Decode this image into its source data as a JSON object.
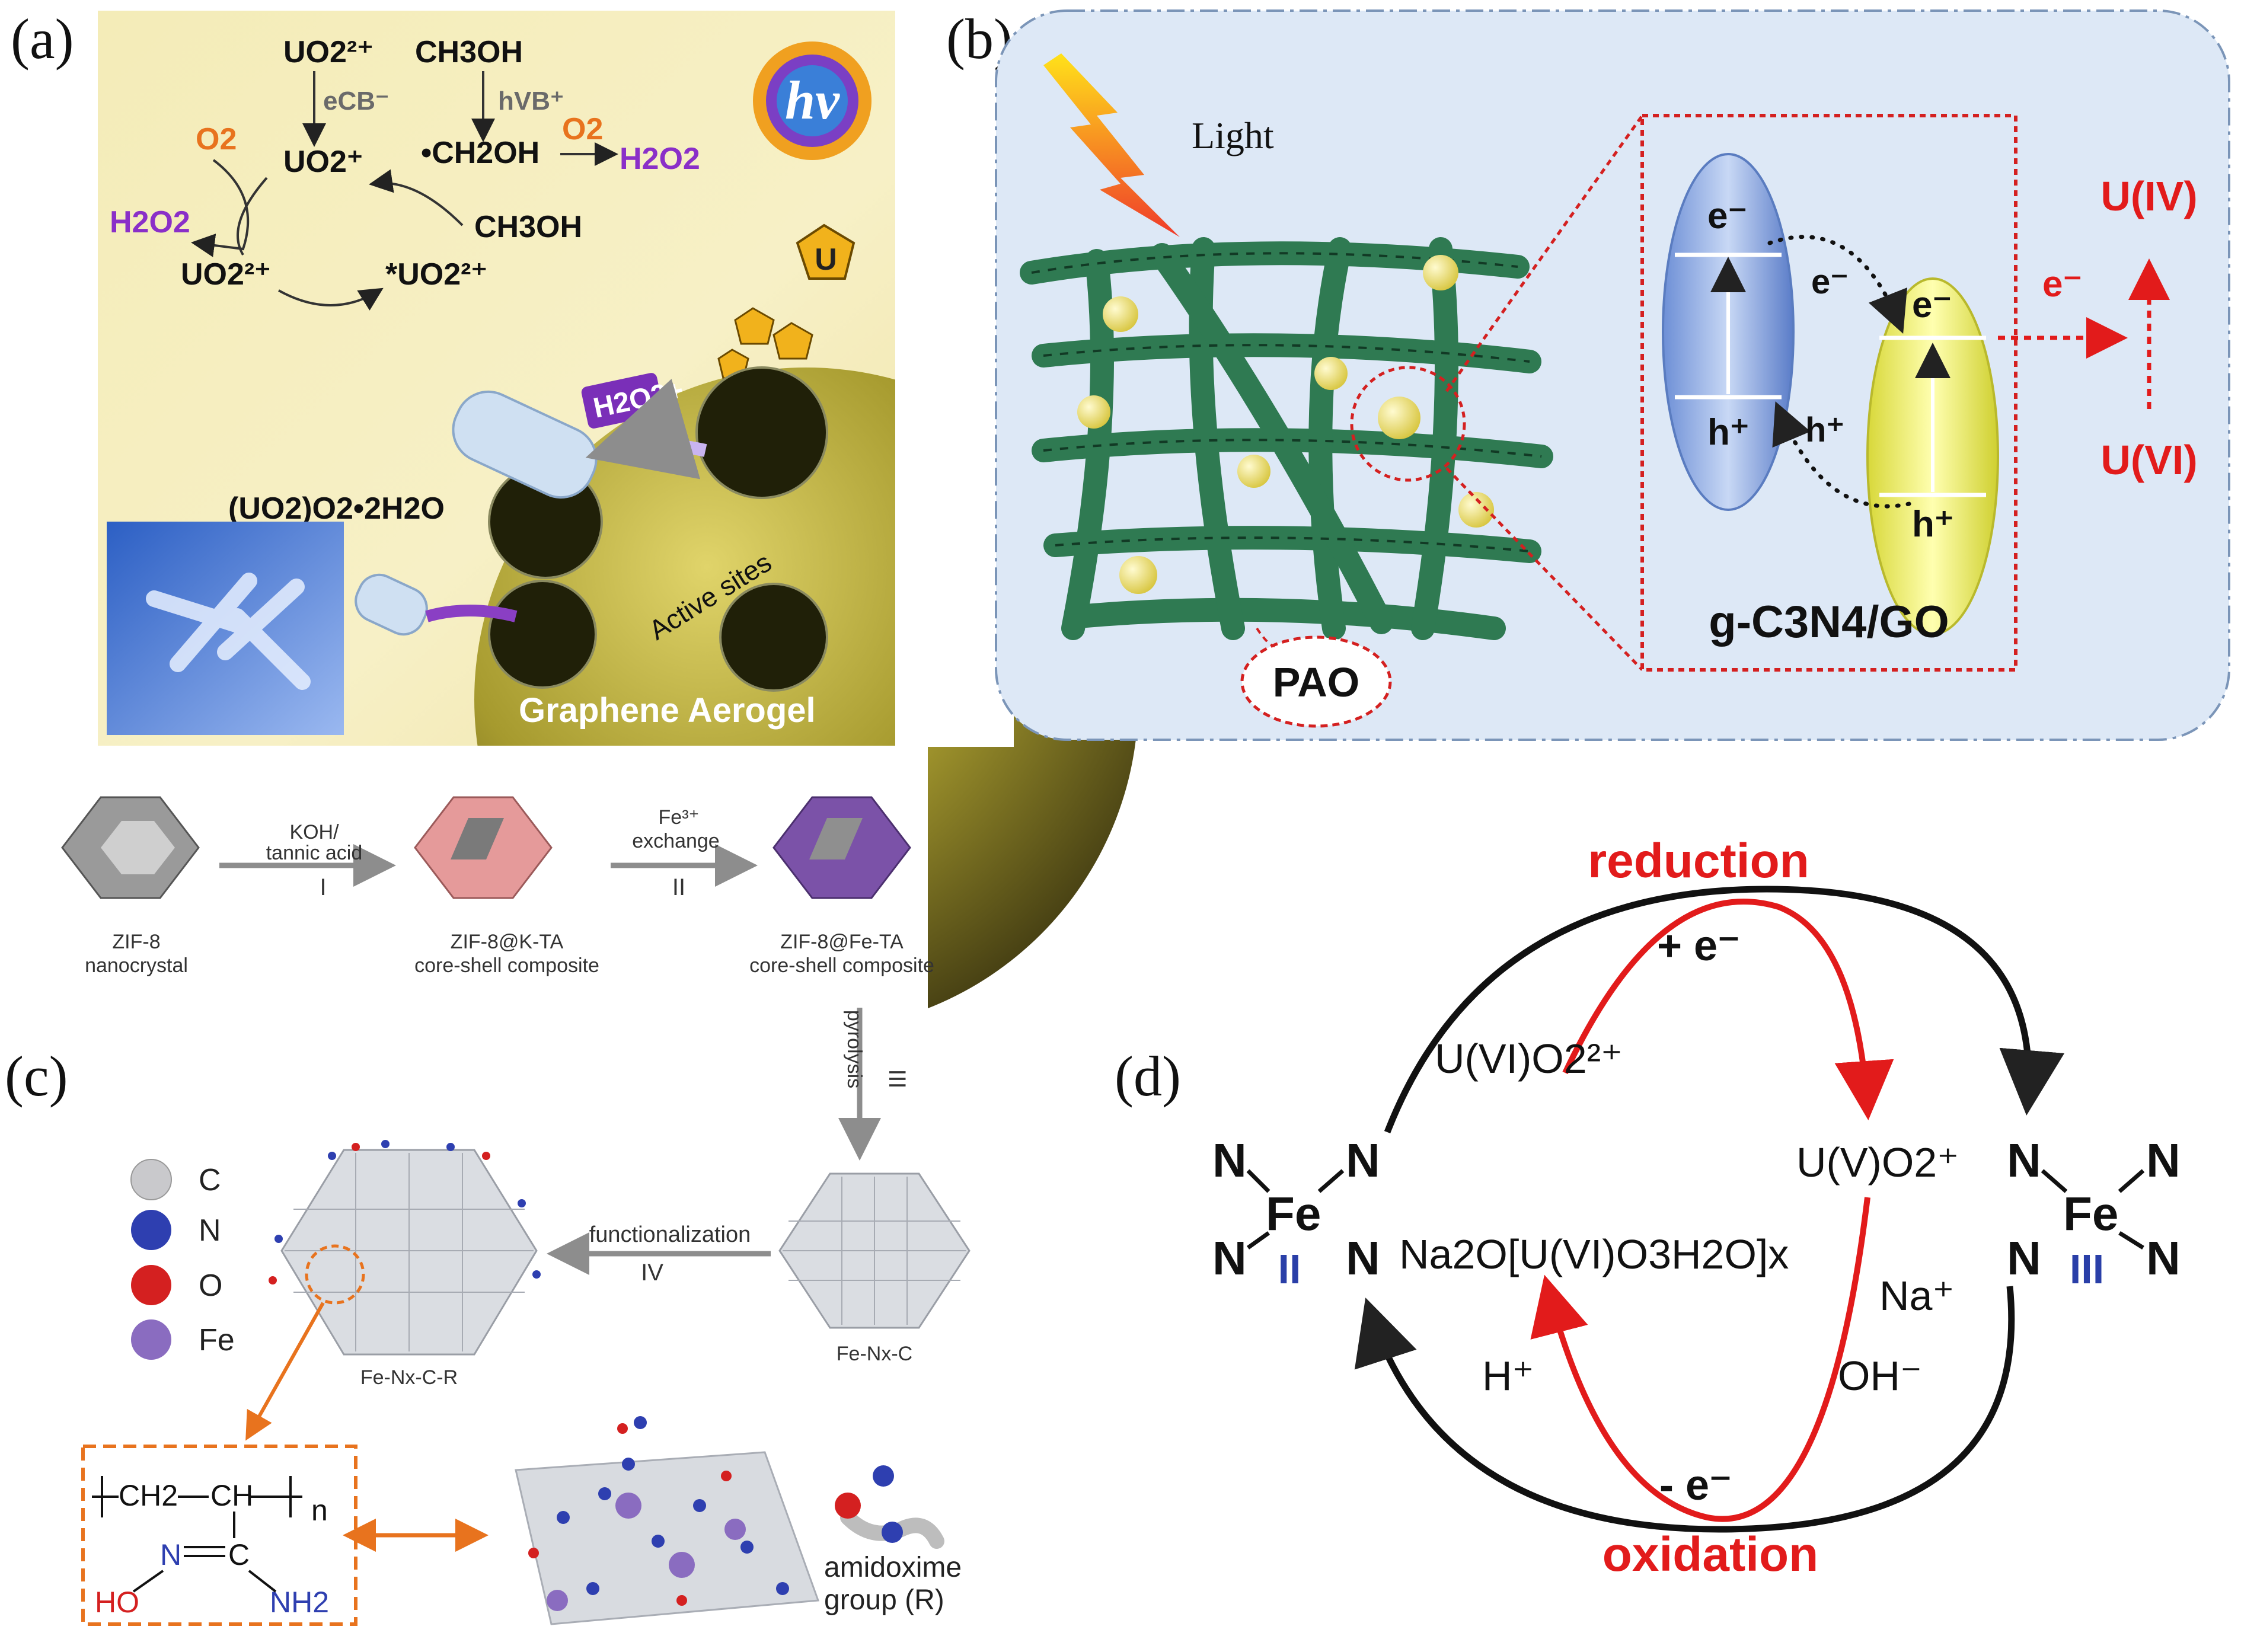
{
  "panels": {
    "a": {
      "letter": "(a)",
      "cycle": {
        "uo2_2plus_top": "UO2²⁺",
        "ech3oh": "CH3OH",
        "ecb": "eCB⁻",
        "hvb": "hVB⁺",
        "o2_left": "O2",
        "uo2_plus": "UO2⁺",
        "ch2oh": "•CH2OH",
        "o2_right": "O2",
        "h2o2_right": "H2O2",
        "h2o2_left": "H2O2",
        "ch3oh_right": "CH3OH",
        "uo2_2plus_bottom": "UO2²⁺",
        "star_uo2_2plus": "*UO2²⁺"
      },
      "hv_label": "hv",
      "u_label": "U",
      "h2o2_plus": "H2O2+",
      "product": "(UO2)O2•2H2O",
      "active_sites": "Active sites",
      "aerogel": "Graphene Aerogel"
    },
    "b": {
      "letter": "(b)",
      "light": "Light",
      "pao": "PAO",
      "e_top": "e⁻",
      "e_mid": "e⁻",
      "e_yellow": "e⁻",
      "h_blue": "h⁺",
      "h_mid": "h⁺",
      "h_yellow": "h⁺",
      "material": "g-C3N4/GO",
      "e_out": "e⁻",
      "u4": "U(IV)",
      "u6": "U(VI)"
    },
    "c": {
      "letter": "(c)",
      "step1_top": "KOH/",
      "step1_mid": "tannic acid",
      "step1_num": "I",
      "step2_top": "Fe³⁺",
      "step2_mid": "exchange",
      "step2_num": "II",
      "step3": "pyrolysis",
      "step3_num": "III",
      "step4": "functionalization",
      "step4_num": "IV",
      "zif8_l1": "ZIF-8",
      "zif8_l2": "nanocrystal",
      "zifk_l1": "ZIF-8@K-TA",
      "zifk_l2": "core-shell composite",
      "zife_l1": "ZIF-8@Fe-TA",
      "zife_l2": "core-shell composite",
      "fenxc": "Fe-Nx-C",
      "fenxcr": "Fe-Nx-C-R",
      "legend": [
        {
          "label": "C",
          "color": "#c9c9cc"
        },
        {
          "label": "N",
          "color": "#2e3fb0"
        },
        {
          "label": "O",
          "color": "#d42020"
        },
        {
          "label": "Fe",
          "color": "#8a6cc0"
        }
      ],
      "amidoxime_l1": "amidoxime",
      "amidoxime_l2": "group (R)",
      "polymer": {
        "ch2": "CH2",
        "ch": "CH",
        "n": "n",
        "ho": "HO",
        "n_atom": "N",
        "c_atom": "C",
        "nh2": "NH2"
      }
    },
    "d": {
      "letter": "(d)",
      "reduction": "reduction",
      "plus_e": "+ e⁻",
      "u6o2": "U(VI)O2²⁺",
      "u5o2": "U(V)O2⁺",
      "na2o": "Na2O[U(VI)O3H2O]x",
      "na": "Na⁺",
      "oh": "OH⁻",
      "h": "H⁺",
      "minus_e": "- e⁻",
      "oxidation": "oxidation",
      "fe2": "Fe",
      "fe2_ox": "II",
      "fe3": "Fe",
      "fe3_ox": "III",
      "n": "N",
      "red_color": "#e21b1b",
      "blue_color": "#2a3fa8"
    }
  }
}
